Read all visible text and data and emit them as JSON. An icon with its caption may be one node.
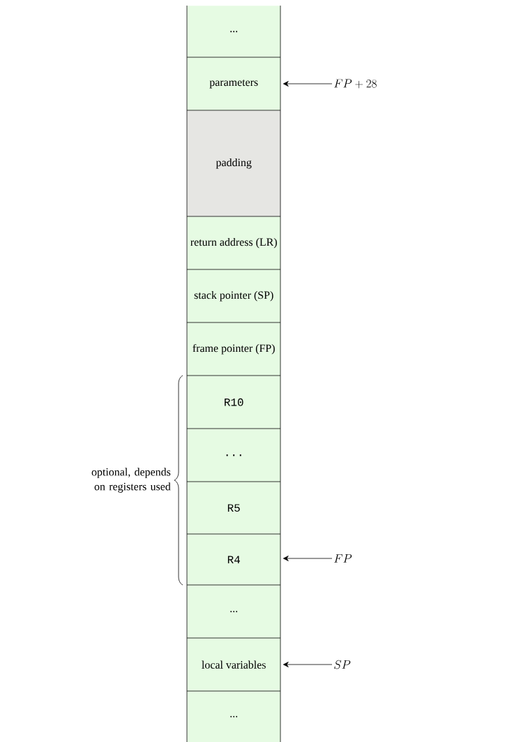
{
  "diagram": {
    "nodes": [
      {
        "text": [
          "..."
        ]
      },
      {
        "text": [
          "parameters"
        ]
      },
      {
        "text": [
          "padding"
        ]
      },
      {
        "text": [
          "return address (LR)"
        ]
      },
      {
        "text": [
          "stack pointer (SP)"
        ]
      },
      {
        "text": [
          "frame pointer (FP)"
        ]
      },
      {
        "text": [
          "R10"
        ]
      },
      {
        "text": [
          "..."
        ]
      },
      {
        "text": [
          "R5"
        ]
      },
      {
        "text": [
          "R4"
        ]
      },
      {
        "text": [
          "..."
        ]
      },
      {
        "text": [
          "local variables"
        ]
      },
      {
        "text": [
          "..."
        ]
      },
      {
        "text": [
          "FP + 28"
        ]
      },
      {
        "text": [
          "FP"
        ]
      },
      {
        "text": [
          "SP"
        ]
      }
    ],
    "edges": [
      {
        "from": 13,
        "to": 1,
        "arrow": "to"
      },
      {
        "from": 14,
        "to": 9,
        "arrow": "to"
      },
      {
        "from": 15,
        "to": 11,
        "arrow": "to"
      }
    ],
    "labels": [
      "optional, depends on registers used"
    ]
  }
}
